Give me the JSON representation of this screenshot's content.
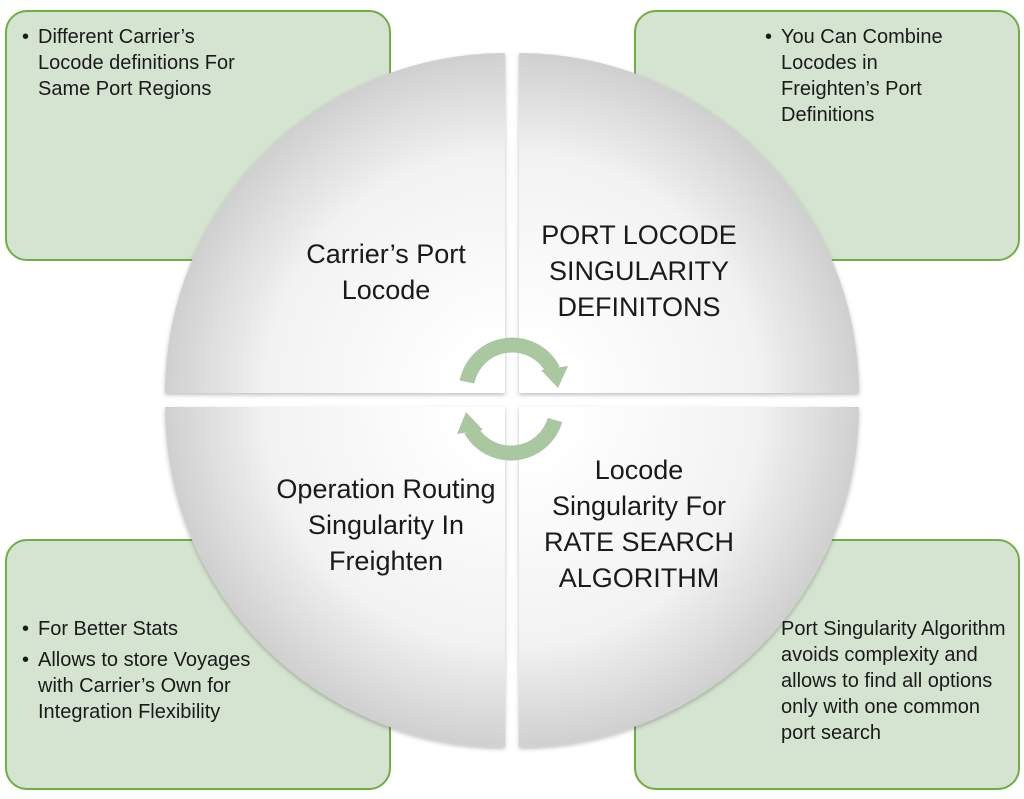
{
  "notes": {
    "top_left": [
      "Different Carrier’s Locode definitions For Same Port Regions"
    ],
    "top_right": [
      "You Can Combine Locodes in Freighten’s Port Definitions"
    ],
    "bottom_left": [
      "For Better Stats",
      "Allows to store Voyages with Carrier’s Own for Integration Flexibility"
    ],
    "bottom_right": "Port Singularity Algorithm avoids complexity and allows to find all options only with one common port search"
  },
  "quadrants": {
    "top_left": "Carrier’s Port Locode",
    "top_right": "PORT LOCODE SINGULARITY DEFINITONS",
    "bottom_left": "Operation Routing Singularity In Freighten",
    "bottom_right": "Locode Singularity For RATE SEARCH ALGORITHM"
  },
  "colors": {
    "box_fill": "#d5e4d1",
    "box_border": "#70ad47",
    "wheel_light": "#ffffff",
    "wheel_dark": "#cfcfcf",
    "cycle_arrow": "#a9c8a0"
  }
}
